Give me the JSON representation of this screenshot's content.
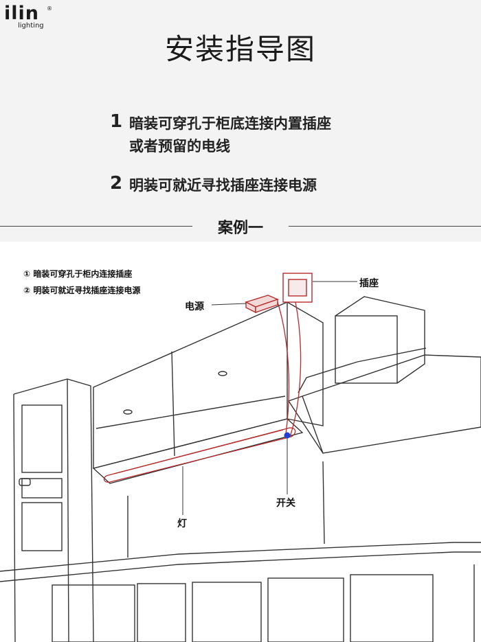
{
  "brand": {
    "name": "ilin",
    "subtitle": "lighting",
    "registered": "®"
  },
  "page": {
    "title": "安装指导图"
  },
  "steps": [
    {
      "number": "1",
      "line1": "暗装可穿孔于柜底连接内置插座",
      "line2": "或者预留的电线"
    },
    {
      "number": "2",
      "line1": "明装可就近寻找插座连接电源"
    }
  ],
  "case_title": "案例一",
  "diagram": {
    "notes": [
      "① 暗装可穿孔于柜内连接插座",
      "② 明装可就近寻找插座连接电源"
    ],
    "labels": {
      "socket": "插座",
      "power": "电源",
      "switch": "开关",
      "lamp": "灯"
    },
    "colors": {
      "wire": "#b52a2a",
      "switch_dot": "#1f3fd6",
      "sketch": "#333333"
    }
  }
}
